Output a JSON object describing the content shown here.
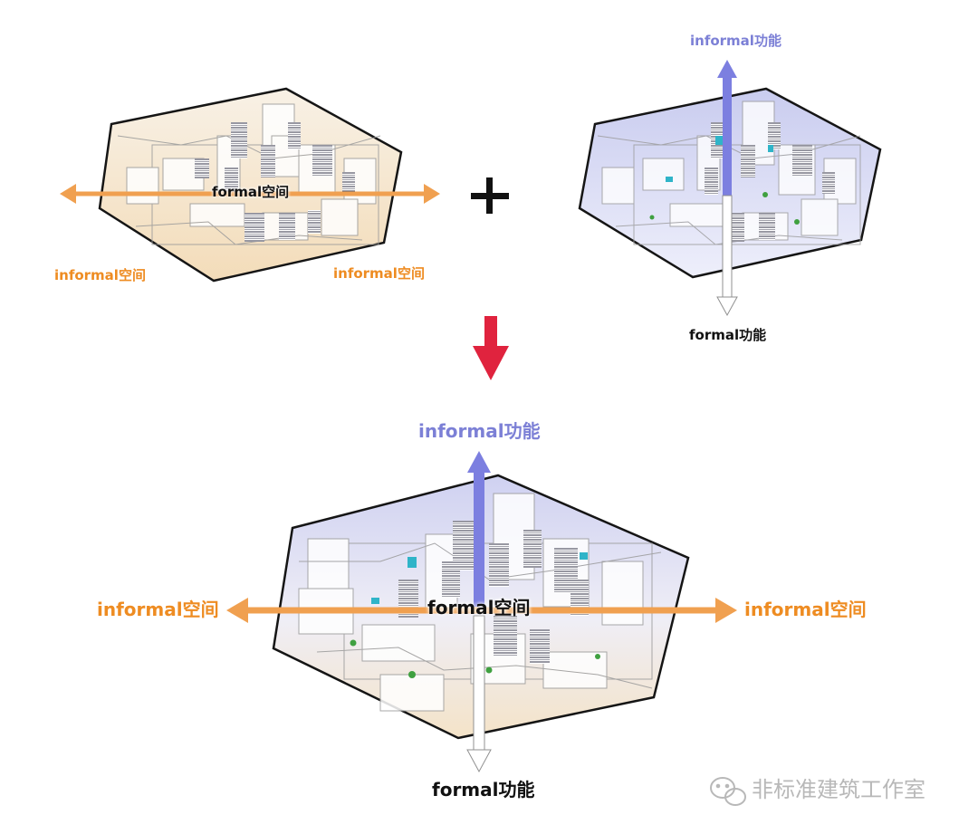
{
  "colors": {
    "orange": "#f0a050",
    "orange_text": "#ee8c22",
    "blue_arrow": "#7c7fe0",
    "blue_text": "#7c80d6",
    "red_arrow": "#e0233e",
    "outline": "#151515"
  },
  "panel_a": {
    "center_label": "formal空间",
    "left_label": "informal空间",
    "right_label": "informal空间"
  },
  "operator": {
    "plus": "+"
  },
  "panel_b": {
    "top_label": "informal功能",
    "bottom_label": "formal功能"
  },
  "panel_c": {
    "top_label": "informal功能",
    "center_label": "formal空间",
    "left_label": "informal空间",
    "right_label": "informal空间",
    "bottom_label": "formal功能"
  },
  "watermark": {
    "text": "非标准建筑工作室",
    "icon": "wechat-icon"
  }
}
